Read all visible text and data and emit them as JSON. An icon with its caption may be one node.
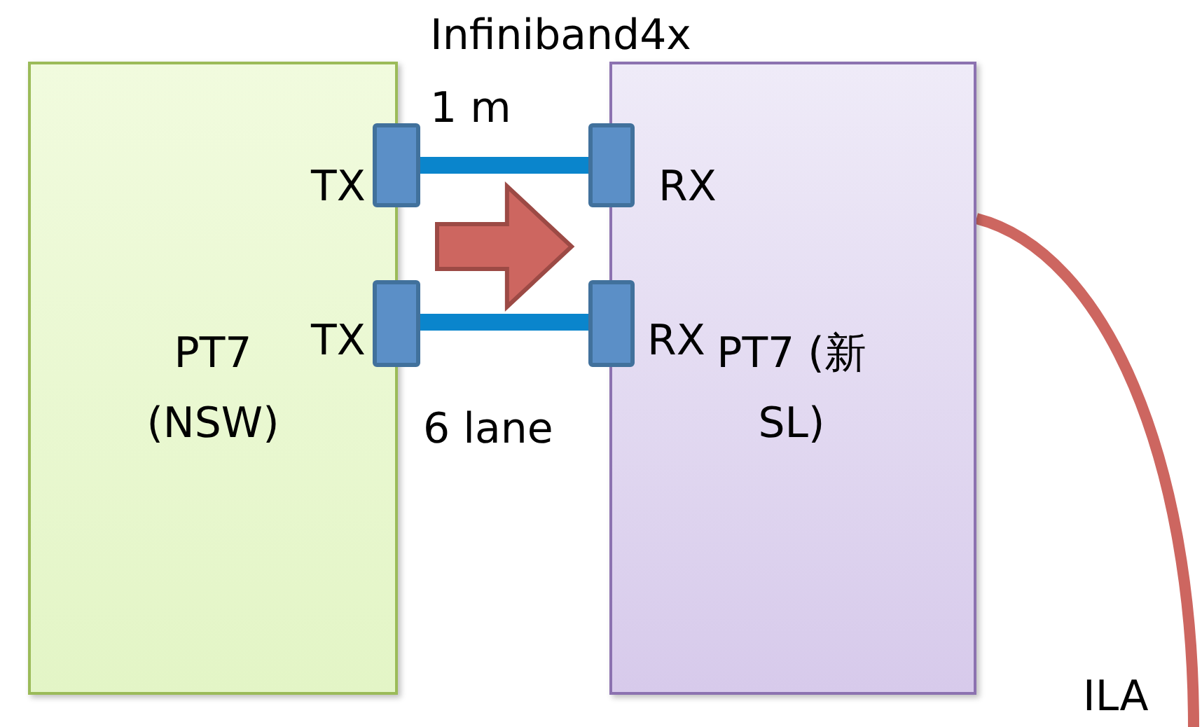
{
  "diagram": {
    "nodes": [
      {
        "text": [
          "PT7 (NSW)"
        ]
      },
      {
        "text": [
          "PT7 (新SL)"
        ]
      },
      {
        "text": [],
        "shape": "box"
      },
      {
        "text": [],
        "shape": "box"
      },
      {
        "text": [],
        "shape": "box"
      },
      {
        "text": [],
        "shape": "box"
      }
    ],
    "edges": [
      {
        "from": 2,
        "to": 3,
        "arrow": "none"
      },
      {
        "from": 4,
        "to": 5,
        "arrow": "none"
      },
      {
        "from": 4,
        "to": 5,
        "arrow": "to",
        "color": "#cd6660"
      },
      {
        "from": 1,
        "to": null,
        "arrow": "none",
        "color": "#cd6660"
      }
    ],
    "labels": [
      "Infiniband4x",
      "1 m",
      "TX",
      "RX",
      "TX",
      "RX",
      "6 lane",
      "ILA"
    ]
  }
}
